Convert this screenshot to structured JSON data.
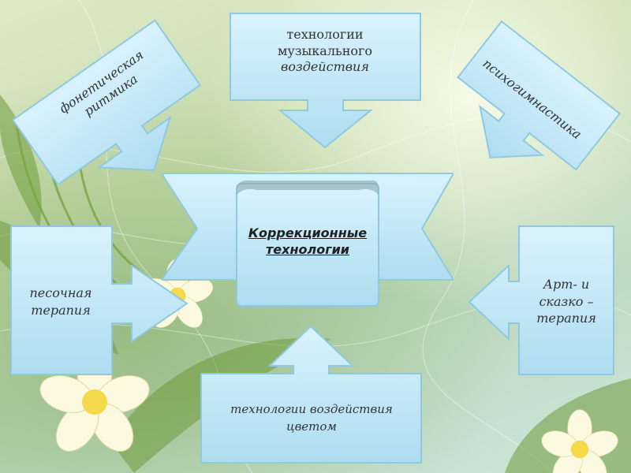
{
  "center": {
    "line1": "Коррекционные",
    "line2": "технологии"
  },
  "top_center": {
    "line1": "технологии",
    "line2": "музыкального",
    "line3": "воздействия"
  },
  "top_left": {
    "line1": "фонетическая",
    "line2": "ритмика"
  },
  "top_right": {
    "line1": "психогимнастика"
  },
  "left": {
    "line1": "песочная",
    "line2": "терапия"
  },
  "right": {
    "line1": "Арт- и",
    "line2": "сказко –",
    "line3": "терапия"
  },
  "bottom": {
    "line1": "технологии воздействия",
    "line2": "цветом"
  }
}
